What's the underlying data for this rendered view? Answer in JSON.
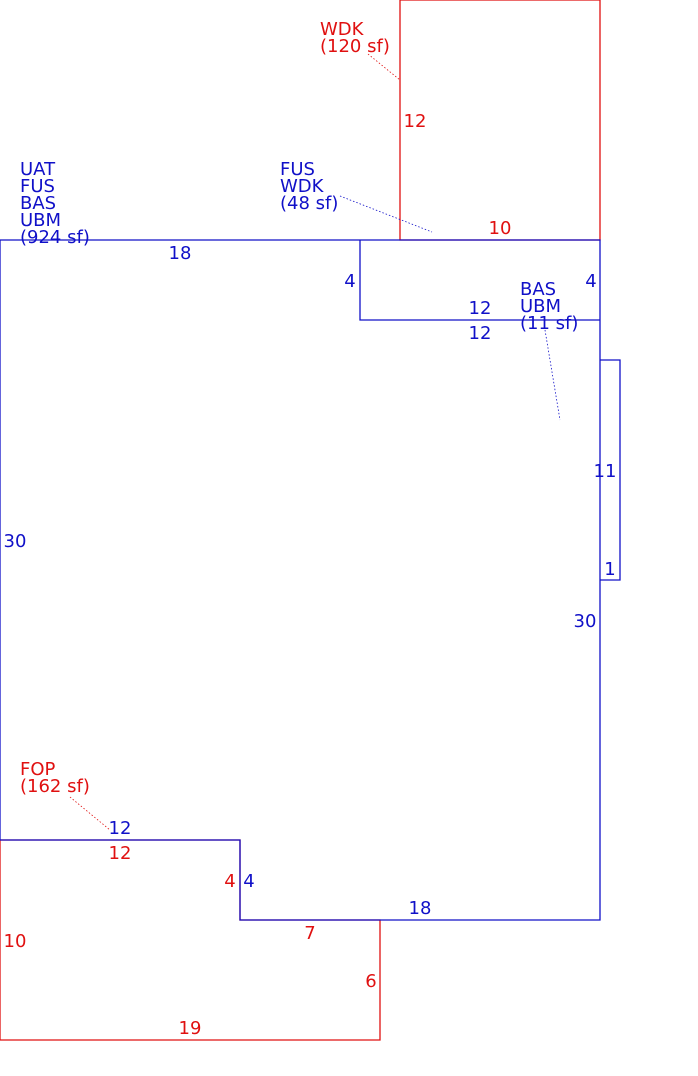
{
  "colors": {
    "blue": "#1010c8",
    "red": "#e01010"
  },
  "area_labels": {
    "wdk_top": {
      "lines": [
        "WDK",
        "(120 sf)"
      ]
    },
    "fus_wdk": {
      "lines": [
        "FUS",
        "WDK",
        "(48 sf)"
      ]
    },
    "main": {
      "lines": [
        "UAT",
        "FUS",
        "BAS",
        "UBM",
        "(924 sf)"
      ]
    },
    "bas_ubm": {
      "lines": [
        "BAS",
        "UBM",
        "(11 sf)"
      ]
    },
    "fop": {
      "lines": [
        "FOP",
        "(162 sf)"
      ]
    }
  },
  "dimensions": {
    "wdk_left": "12",
    "wdk_bottom": "10",
    "main_top": "18",
    "notch_left": "4",
    "notch_right": "4",
    "notch_bottom_a": "12",
    "notch_bottom_b": "12",
    "bump_left": "11",
    "bump_bottom": "1",
    "main_left": "30",
    "main_right": "30",
    "main_step_top_blue": "12",
    "fop_top_red": "12",
    "step_red": "4",
    "step_blue": "4",
    "main_bottom": "18",
    "fop_top_right": "7",
    "fop_right": "6",
    "fop_left": "10",
    "fop_bottom": "19"
  }
}
